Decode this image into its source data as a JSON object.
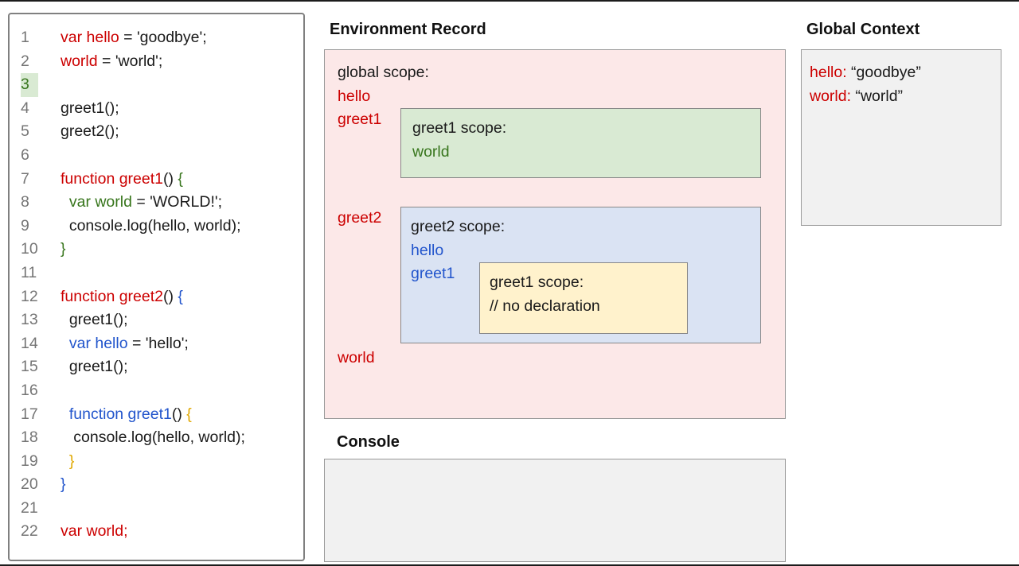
{
  "page": {
    "headings": {
      "environment_record": "Environment Record",
      "global_context": "Global Context",
      "console": "Console"
    }
  },
  "colors": {
    "red": "#cc0000",
    "green": "#38761d",
    "blue": "#2255cc",
    "yellow": "#e0a800",
    "pink_bg": "#fce8e8",
    "green_bg": "#d9ead3",
    "blue_bg": "#dae3f3",
    "yellow_bg": "#fff2cc",
    "gray_bg": "#f1f1f1"
  },
  "code_panel": {
    "lines": [
      {
        "num": "1",
        "highlight": false,
        "tokens": [
          [
            "var hello",
            "red"
          ],
          [
            " = 'goodbye';",
            "black"
          ]
        ]
      },
      {
        "num": "2",
        "highlight": false,
        "tokens": [
          [
            "world",
            "red"
          ],
          [
            " = 'world';",
            "black"
          ]
        ]
      },
      {
        "num": "3",
        "highlight": true,
        "tokens": []
      },
      {
        "num": "4",
        "highlight": false,
        "tokens": [
          [
            "greet1();",
            "black"
          ]
        ]
      },
      {
        "num": "5",
        "highlight": false,
        "tokens": [
          [
            "greet2();",
            "black"
          ]
        ]
      },
      {
        "num": "6",
        "highlight": false,
        "tokens": []
      },
      {
        "num": "7",
        "highlight": false,
        "tokens": [
          [
            "function greet1",
            "red"
          ],
          [
            "() ",
            "black"
          ],
          [
            "{",
            "green"
          ]
        ]
      },
      {
        "num": "8",
        "highlight": false,
        "tokens": [
          [
            "  ",
            "black"
          ],
          [
            "var world",
            "green"
          ],
          [
            " = 'WORLD!';",
            "black"
          ]
        ]
      },
      {
        "num": "9",
        "highlight": false,
        "tokens": [
          [
            "  console.log(hello, world);",
            "black"
          ]
        ]
      },
      {
        "num": "10",
        "highlight": false,
        "tokens": [
          [
            "}",
            "green"
          ]
        ]
      },
      {
        "num": "11",
        "highlight": false,
        "tokens": []
      },
      {
        "num": "12",
        "highlight": false,
        "tokens": [
          [
            "function greet2",
            "red"
          ],
          [
            "() ",
            "black"
          ],
          [
            "{",
            "blue"
          ]
        ]
      },
      {
        "num": "13",
        "highlight": false,
        "tokens": [
          [
            "  greet1();",
            "black"
          ]
        ]
      },
      {
        "num": "14",
        "highlight": false,
        "tokens": [
          [
            "  ",
            "black"
          ],
          [
            "var hello",
            "blue"
          ],
          [
            " = 'hello';",
            "black"
          ]
        ]
      },
      {
        "num": "15",
        "highlight": false,
        "tokens": [
          [
            "  greet1();",
            "black"
          ]
        ]
      },
      {
        "num": "16",
        "highlight": false,
        "tokens": []
      },
      {
        "num": "17",
        "highlight": false,
        "tokens": [
          [
            "  ",
            "black"
          ],
          [
            "function greet1",
            "blue"
          ],
          [
            "() ",
            "black"
          ],
          [
            "{",
            "yellow"
          ]
        ]
      },
      {
        "num": "18",
        "highlight": false,
        "tokens": [
          [
            "   console.log(hello, world);",
            "black"
          ]
        ]
      },
      {
        "num": "19",
        "highlight": false,
        "tokens": [
          [
            "  }",
            "yellow"
          ]
        ]
      },
      {
        "num": "20",
        "highlight": false,
        "tokens": [
          [
            "}",
            "blue"
          ]
        ]
      },
      {
        "num": "21",
        "highlight": false,
        "tokens": []
      },
      {
        "num": "22",
        "highlight": false,
        "tokens": [
          [
            "var world;",
            "red"
          ]
        ]
      }
    ]
  },
  "environment_record": {
    "global_scope_label": "global scope:",
    "hello_label": "hello",
    "greet1_label": "greet1",
    "greet2_label": "greet2",
    "world_label": "world",
    "greet1_box": {
      "title": "greet1 scope:",
      "var": "world"
    },
    "greet2_box": {
      "title": "greet2 scope:",
      "hello": "hello",
      "greet1": "greet1",
      "nested_box": {
        "title": "greet1 scope:",
        "comment": "// no declaration"
      }
    }
  },
  "global_context": {
    "entries": [
      {
        "key": "hello:",
        "value": " “goodbye”"
      },
      {
        "key": "world:",
        "value": " “world”"
      }
    ]
  },
  "console": {
    "content": ""
  }
}
